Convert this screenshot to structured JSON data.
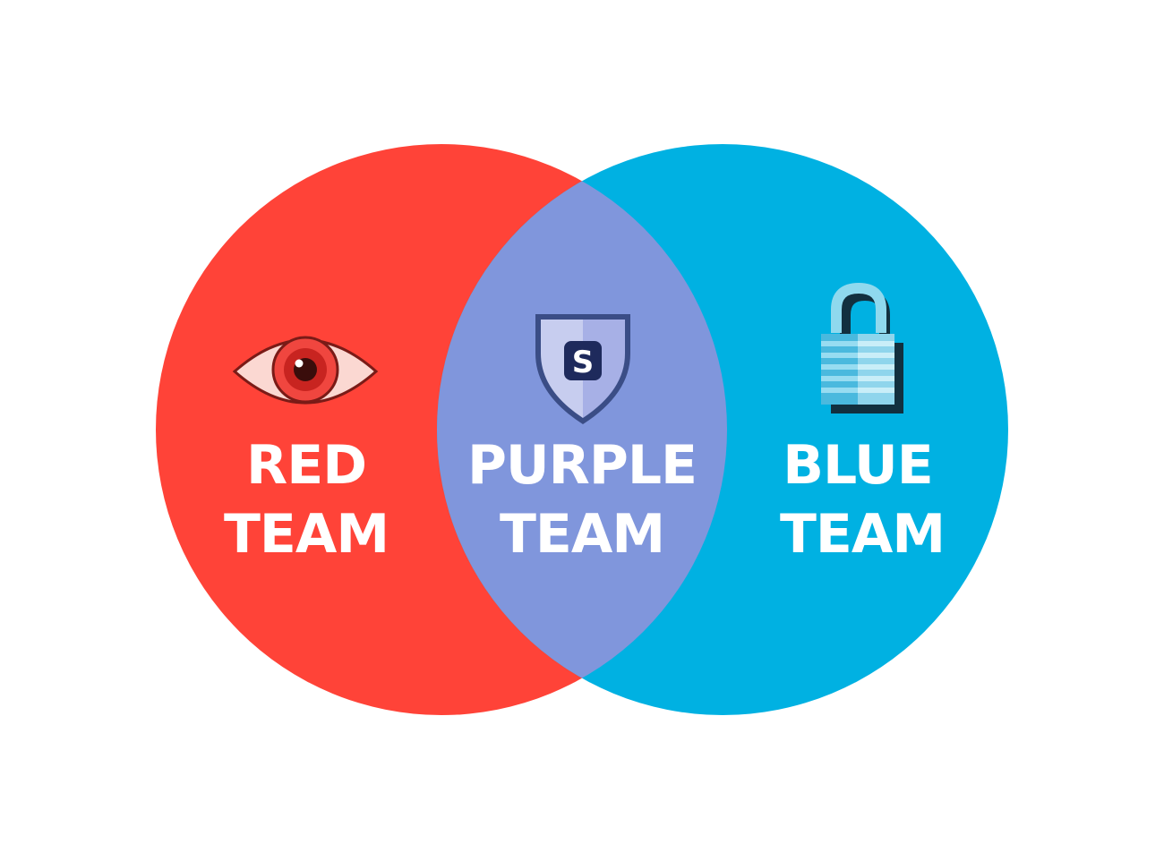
{
  "colors": {
    "background": "#ffffff",
    "red": "#ff4338",
    "blue": "#00b1e2",
    "purple": "#8096dc",
    "label": "#ffffff"
  },
  "icons": {
    "red": "eye-icon",
    "purple": "shield-icon",
    "blue": "padlock-icon"
  },
  "teams": {
    "red": {
      "line1": "RED",
      "line2": "TEAM"
    },
    "purple": {
      "line1": "PURPLE",
      "line2": "TEAM"
    },
    "blue": {
      "line1": "BLUE",
      "line2": "TEAM"
    }
  },
  "shield_letter": "S"
}
